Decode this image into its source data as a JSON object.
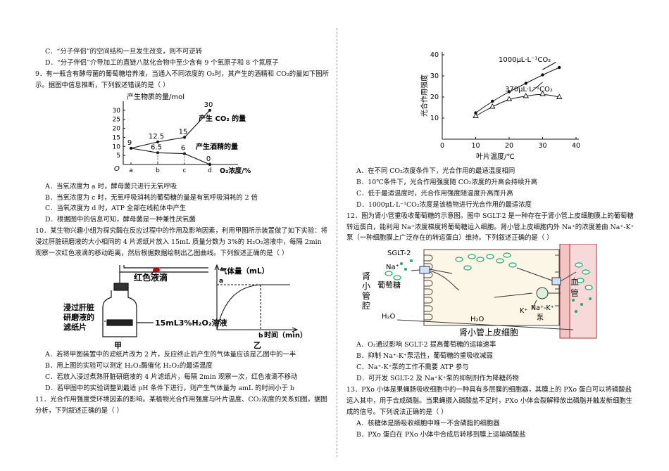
{
  "left": {
    "q8_opts": [
      "C．“分子伴侣”的空间结构一旦发生改变，则不可逆转",
      "D．“分子伴侣”介导加工的直链八肽化合物中至少含有 9 个氧原子和 8 个氮原子"
    ],
    "q9": {
      "stem": "9．有一瓶含有酵母菌的葡萄糖培养液，当通入不同浓度的 O₂时，其产生的酒精和 CO₂的量如下图所示。据图中信息推断，下列叙述错误的是（    ）",
      "opts": [
        "A．当氧浓度为 a 时，酵母菌只进行无氧呼吸",
        "B．当氧浓度为 c 时，无氧呼吸消耗的葡萄糖的量是有氧呼吸消耗的 2 倍",
        "C．当氧浓度为 d 时，ATP 全部在线粒体中产生",
        "D．根据图中的信息可知，酵母菌是一种兼性厌氧菌"
      ]
    },
    "q10": {
      "stem": "10．某生物兴趣小组为探究酶在反应过程中的作用及影响因素，利用甲图所示装置做了如下实验：将浸过肝脏研磨液的大小相同的 4 片滤纸片放入 15mL 质量分数为 3%的 H₂O₂溶液中，每隔 2min 观察一次红色液滴的移动距离，然后根据数据绘制出乙图曲线。下列叙述正确的是（    ）",
      "fig_jia": {
        "label_drop": "红色液滴",
        "label_paper": [
          "浸过肝脏",
          "研磨液的",
          "滤纸片"
        ],
        "label_solution": "15mL3%H₂O₂溶液",
        "caption": "甲"
      },
      "fig_yi": {
        "ylabel": "气体量（mL）",
        "a": "a",
        "b": "b",
        "xlabel": "时间（min）",
        "caption": "乙"
      },
      "opts": [
        "A．若将甲图装置中的滤纸片改为 2 片，反应终止后产生的气体量应该是乙图中的一半",
        "B．用上图的实验可以测定 H₂O₂酶催化 H₂O₂的最适温度",
        "C．若放入浸过煮熟肝脏研磨液的 4 片滤纸片，每隔 2min 观察一次，红色液滴不移动",
        "D．若甲图中的实验调整到最适 pH 条件下进行，则产生气体量为 amL 的时间小于 b"
      ]
    },
    "q11": {
      "stem": "11．光合作用强度受环境因素的影响。某植物光合作用强度与叶片温度、CO₂浓度的关系如图。据图分析，下列叙述正确的是（    ）"
    }
  },
  "right": {
    "q11_opts": [
      "A．在不同 CO₂浓度条件下，光合作用的最适温度相同",
      "B．10℃条件下，光合作用强度随 CO₂浓度的升高会持续升高",
      "C．低于最适温度时，光合作用强度随温度升高而升高",
      "D．1000μL·L⁻¹CO₂浓度是该植物进行光合作用的最适浓度"
    ],
    "q12": {
      "stem": "12．图为肾小管重吸收葡萄糖的示意图。图中 SGLT-2 是一种存在于肾小管上皮细胞膜上的葡萄糖转运蛋白，能利用 Na⁺浓度梯度将葡萄糖运入细胞。肾小管上皮细胞内外 Na⁺的浓度差由 Na⁺-K⁺泵（一种细胞膜上广泛存在的转运蛋白）维持。下列叙述正确的是（    ）",
      "fig": {
        "sglt": "SGLT-2",
        "na": "Na⁺",
        "lumen": [
          "肾",
          "小",
          "管",
          "腔"
        ],
        "glucose": "葡萄糖",
        "h2o_out": "H₂O",
        "h2o_in": "H₂O",
        "k": "K⁺",
        "pump": [
          "Na⁺-K⁺",
          "泵"
        ],
        "blood": [
          "血",
          "管"
        ],
        "cell": "肾小管上皮细胞"
      },
      "opts": [
        "A．O₂通过影响 SGLT-2 提高葡萄糖的运输速率",
        "B．抑制 Na⁺-K⁺泵活性，葡萄糖的重吸收减弱",
        "C．Na⁺-K⁺泵的工作不需要 ATP 参与",
        "D．可开发 SGLT-2 及 Na⁺K⁺泵的抑制剂作为降糖药物"
      ]
    },
    "q13": {
      "stem": "13．PXo 小体是果蝇肠吸收细胞中的一种具有多层膜的细胞器，其膜上的 PXo 蛋白可以将磷酸盐运入其中，用于合成磷脂。当果蝇摄入磷酸盐不足时，PXo 小体会裂解释放出磷脂并触发新细胞生成的信号。下列说法正确的是（    ）",
      "opts": [
        "A．核糖体是肠吸收细胞中唯一不含磷脂的细胞器",
        "B．PXo 蛋白在 PXo 小体中合成后转移到膜上运输磷酸盐"
      ]
    }
  },
  "chart_data": [
    {
      "type": "line",
      "ylabel": "产生物质的量/mol",
      "xlabel": "O₂浓度/%",
      "origin_label": "O",
      "categories": [
        "a",
        "b",
        "c",
        "d"
      ],
      "ylim": [
        0,
        35
      ],
      "yticks": [
        0,
        5,
        10,
        15,
        20,
        25,
        30
      ],
      "series": [
        {
          "name": "产生 CO₂ 的量",
          "values": [
            9,
            12.5,
            15,
            30
          ],
          "labels": [
            "9",
            "12.5",
            "15",
            "30"
          ]
        },
        {
          "name": "产生酒精的量",
          "values": [
            9,
            6.5,
            6,
            0
          ],
          "labels": [
            "",
            "6.5",
            "6",
            "0"
          ]
        }
      ]
    },
    {
      "type": "line",
      "ylabel": "光合作用强度",
      "xlabel": "叶片温度/℃",
      "xlim": [
        0,
        40
      ],
      "ylim": [
        0,
        40
      ],
      "xticks": [
        0,
        10,
        20,
        30,
        40
      ],
      "yticks": [
        10,
        20,
        30,
        40
      ],
      "series": [
        {
          "name": "1000μL·L⁻¹CO₂",
          "marker": "dot",
          "x": [
            10,
            15,
            20,
            25,
            30,
            35
          ],
          "y": [
            12.5,
            18,
            22.5,
            26.5,
            30.5,
            34
          ]
        },
        {
          "name": "370μL·L⁻¹CO₂",
          "marker": "triangle",
          "x": [
            10,
            15,
            20,
            25,
            30,
            35
          ],
          "y": [
            11,
            15.5,
            19,
            20.5,
            21.5,
            20
          ]
        }
      ]
    }
  ]
}
